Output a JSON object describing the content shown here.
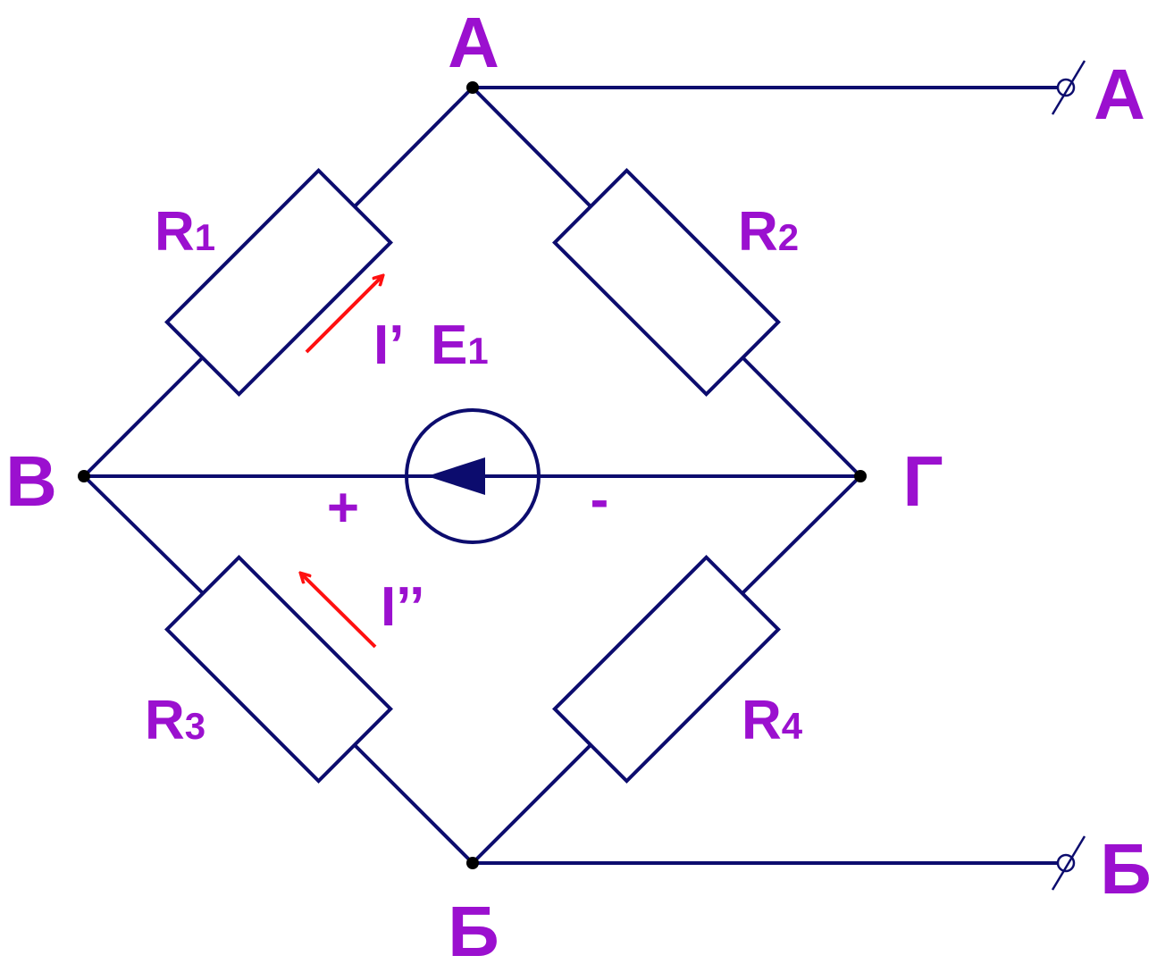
{
  "nodes": {
    "top": "А",
    "bottom": "Б",
    "left": "В",
    "right": "Г"
  },
  "terminals": {
    "top": "А",
    "bottom": "Б"
  },
  "resistors": {
    "r1": {
      "letter": "R",
      "index": "1"
    },
    "r2": {
      "letter": "R",
      "index": "2"
    },
    "r3": {
      "letter": "R",
      "index": "3"
    },
    "r4": {
      "letter": "R",
      "index": "4"
    }
  },
  "source": {
    "letter": "E",
    "index": "1",
    "plus": "+",
    "minus": "-"
  },
  "currents": {
    "upper": "I’",
    "lower": "I’’"
  },
  "colors": {
    "wire": "#0c0c6e",
    "label": "#9b10cf",
    "current_arrow": "#ff1010"
  }
}
